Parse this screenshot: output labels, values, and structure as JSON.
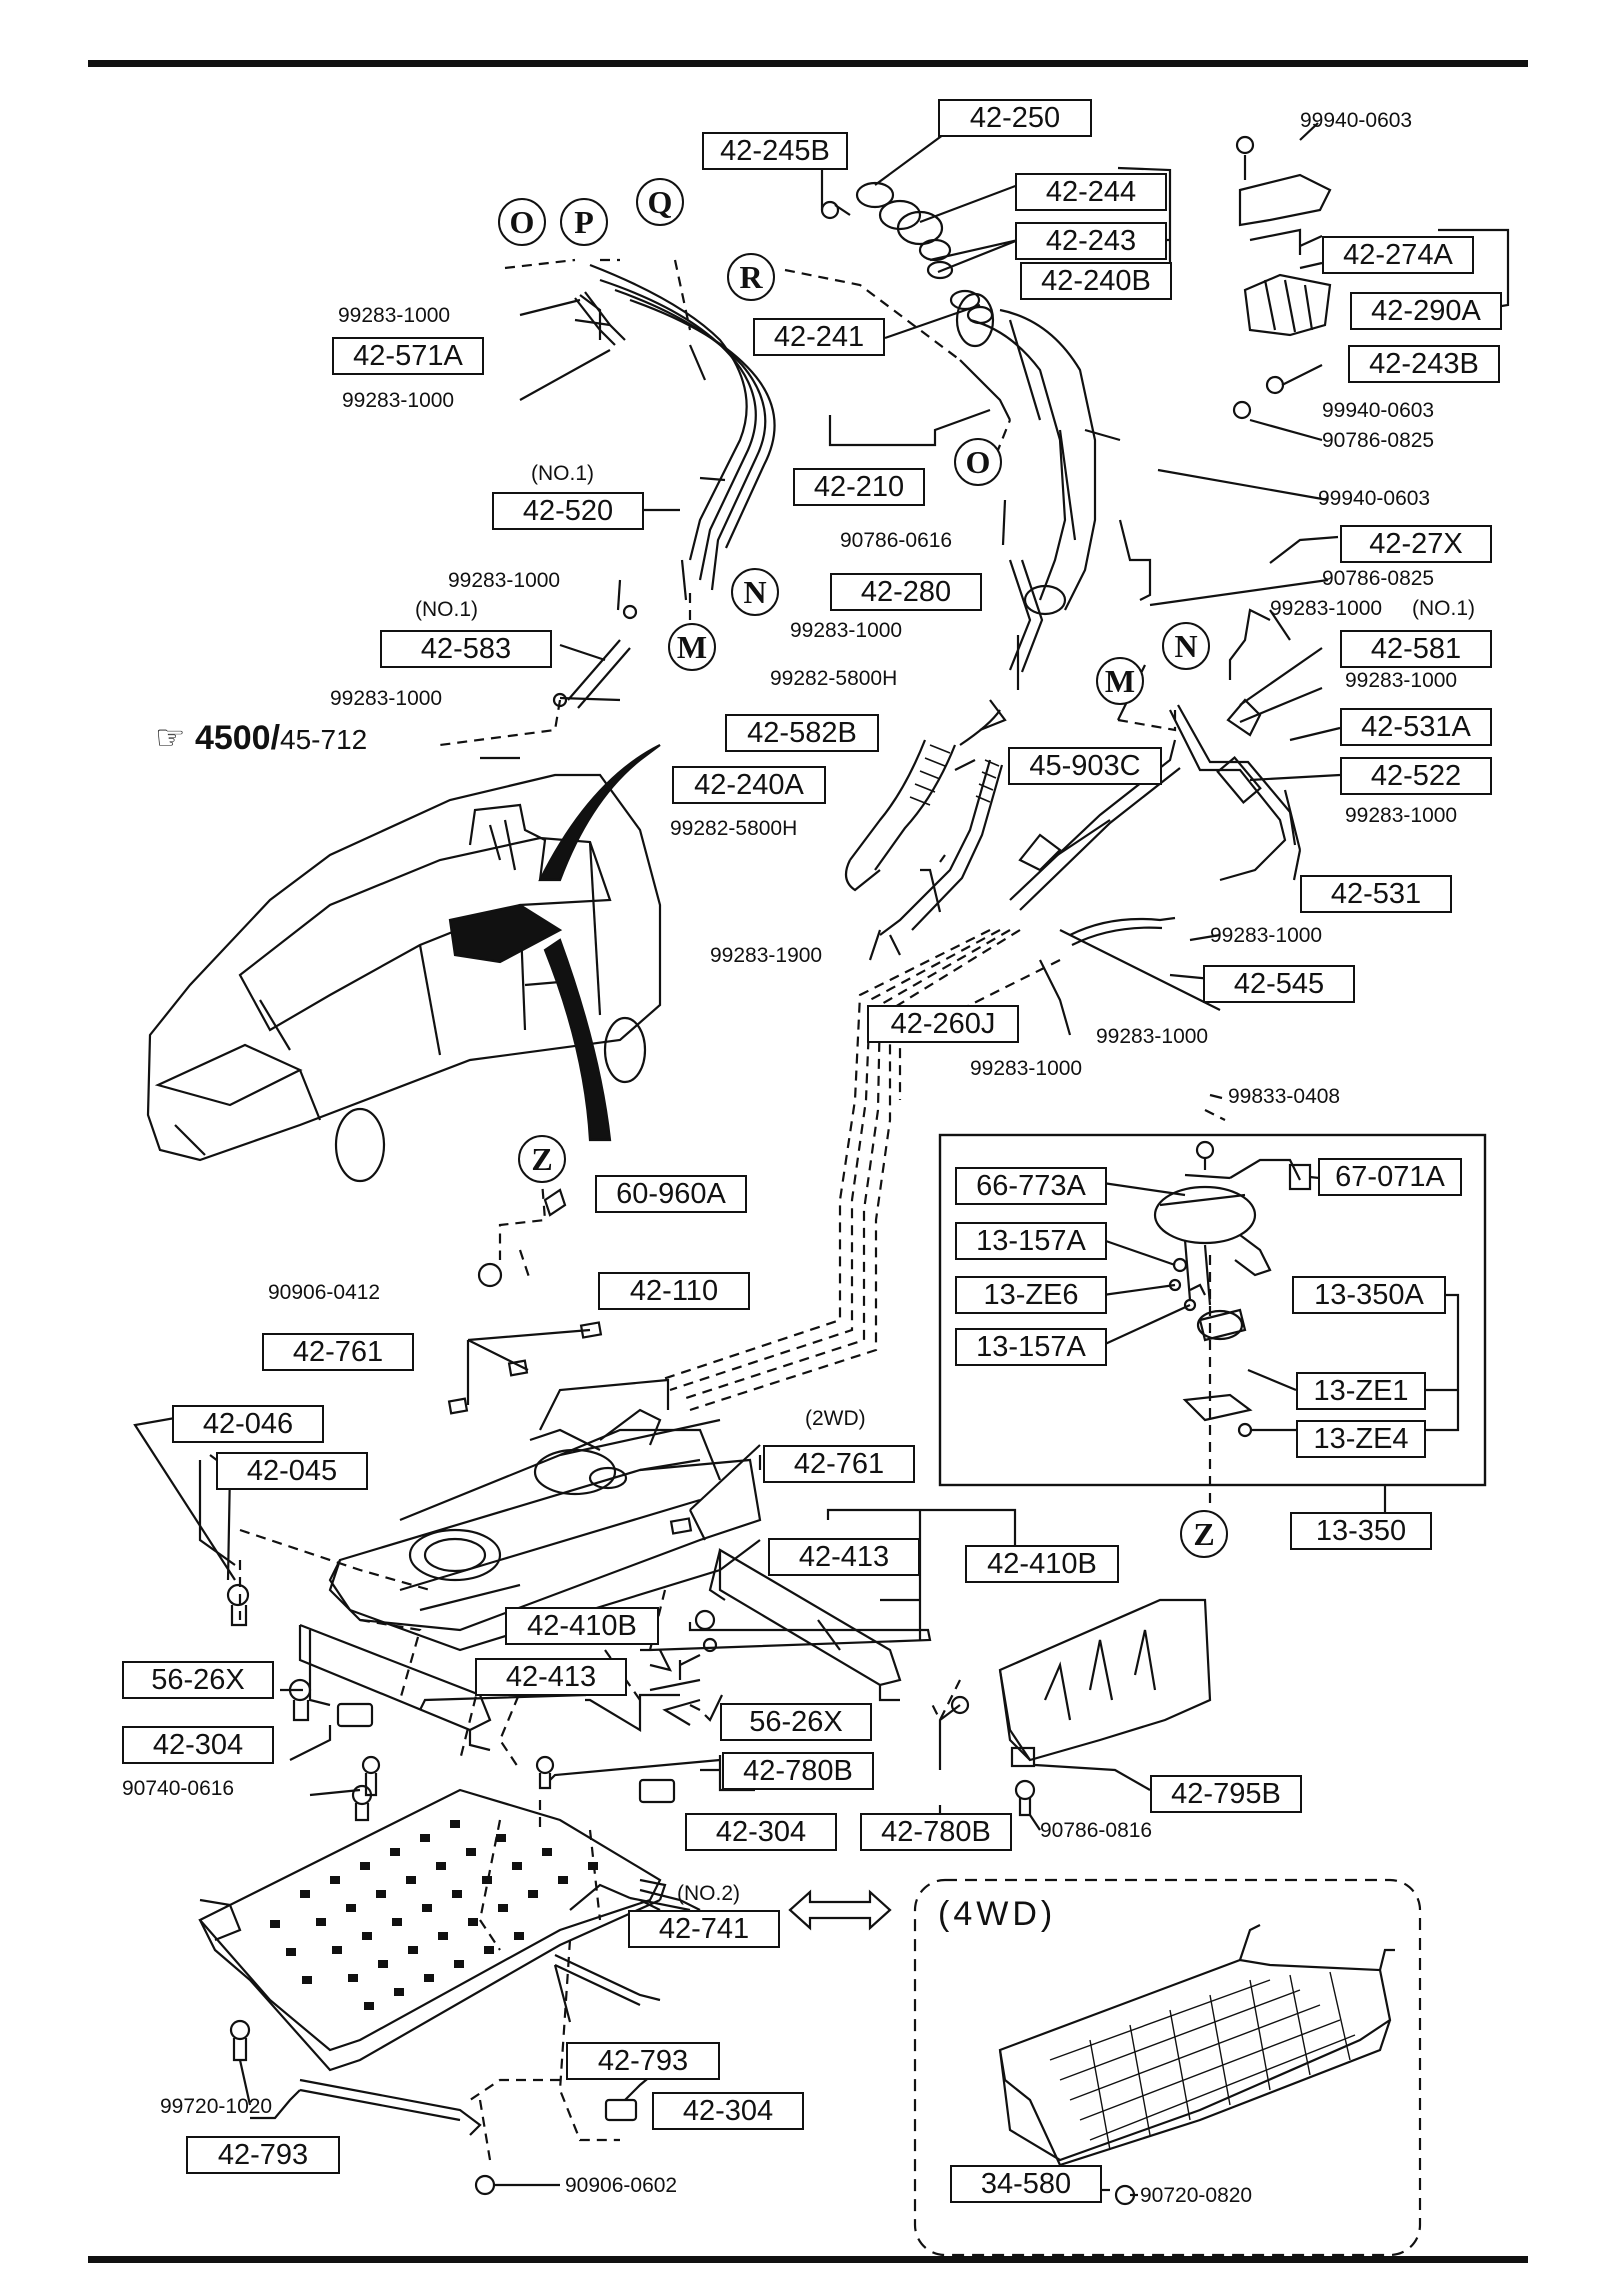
{
  "diagram": {
    "cross_reference": {
      "main": "4500/",
      "sub": "45-712"
    },
    "notes": {
      "two_wd": "(2WD)",
      "four_wd": "(4WD)",
      "no1_a": "(NO.1)",
      "no1_b": "(NO.1)",
      "no1_c": "(NO.1)",
      "no2": "(NO.2)"
    },
    "boxed_parts": {
      "p42_250": "42-250",
      "p42_245B": "42-245B",
      "p42_244": "42-244",
      "p42_243": "42-243",
      "p42_240B": "42-240B",
      "p42_571A": "42-571A",
      "p42_241": "42-241",
      "p42_210": "42-210",
      "p42_520": "42-520",
      "p42_583": "42-583",
      "p42_280": "42-280",
      "p42_582B": "42-582B",
      "p42_240A": "42-240A",
      "p42_274A": "42-274A",
      "p42_290A": "42-290A",
      "p42_243B": "42-243B",
      "p42_27X": "42-27X",
      "p42_581": "42-581",
      "p42_531A": "42-531A",
      "p42_522": "42-522",
      "p45_903C": "45-903C",
      "p42_531": "42-531",
      "p42_545": "42-545",
      "p42_260J": "42-260J",
      "p60_960A": "60-960A",
      "p66_773A": "66-773A",
      "p67_071A": "67-071A",
      "p13_157A_a": "13-157A",
      "p13_ZE6": "13-ZE6",
      "p13_157A_b": "13-157A",
      "p13_350A": "13-350A",
      "p13_ZE1": "13-ZE1",
      "p13_ZE4": "13-ZE4",
      "p13_350": "13-350",
      "p42_110": "42-110",
      "p42_761_a": "42-761",
      "p42_761_b": "42-761",
      "p42_046": "42-046",
      "p42_045": "42-045",
      "p42_413_a": "42-413",
      "p42_410B_a": "42-410B",
      "p42_410B_b": "42-410B",
      "p42_413_b": "42-413",
      "p56_26X_a": "56-26X",
      "p56_26X_b": "56-26X",
      "p42_304_a": "42-304",
      "p42_780B_a": "42-780B",
      "p42_304_b": "42-304",
      "p42_780B_b": "42-780B",
      "p42_795B": "42-795B",
      "p42_741": "42-741",
      "p42_793_a": "42-793",
      "p42_304_c": "42-304",
      "p42_793_b": "42-793",
      "p34_580": "34-580"
    },
    "plain_labels": {
      "l99940_0603_a": "99940-0603",
      "l99283_1000_a": "99283-1000",
      "l99283_1000_b": "99283-1000",
      "l99940_0603_b": "99940-0603",
      "l90786_0825_a": "90786-0825",
      "l99940_0603_c": "99940-0603",
      "l90786_0616": "90786-0616",
      "l90786_0825_b": "90786-0825",
      "l99283_1000_c": "99283-1000",
      "l99283_1000_d": "99283-1000",
      "l99283_1000_e": "99283-1000",
      "l99283_1000_f": "99283-1000",
      "l99282_5800H_a": "99282-5800H",
      "l99282_5800H_b": "99282-5800H",
      "l99283_1000_g": "99283-1000",
      "l99283_1000_h": "99283-1000",
      "l99283_1900": "99283-1900",
      "l99283_1000_i": "99283-1000",
      "l99283_1000_j": "99283-1000",
      "l99283_1000_k": "99283-1000",
      "l99833_0408": "99833-0408",
      "l90906_0412": "90906-0412",
      "l90740_0616": "90740-0616",
      "l90786_0816": "90786-0816",
      "l99720_1020": "99720-1020",
      "l90906_0602": "90906-0602",
      "l90720_0820": "90720-0820"
    },
    "circle_markers": {
      "O1": "O",
      "P": "P",
      "Q": "Q",
      "R": "R",
      "O2": "O",
      "M1": "M",
      "N1": "N",
      "M2": "M",
      "N2": "N",
      "Z1": "Z",
      "Z2": "Z"
    }
  }
}
